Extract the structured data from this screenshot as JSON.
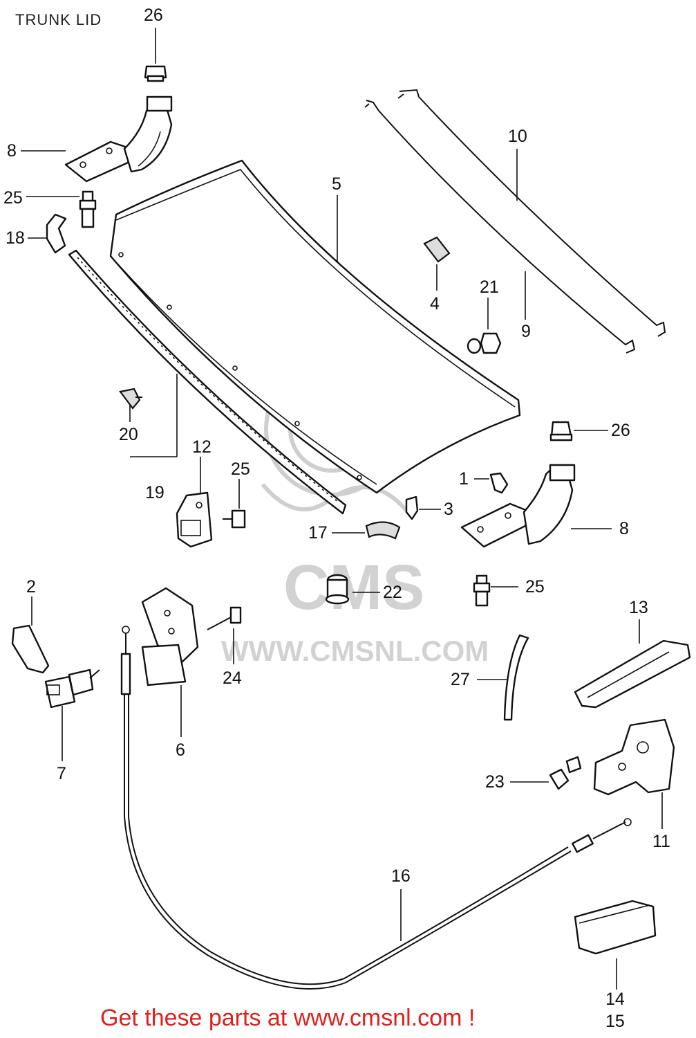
{
  "title": "TRUNK LID",
  "watermark": {
    "logo": "CMS",
    "url": "WWW.CMSNL.COM"
  },
  "footer": {
    "text": "Get these parts at www.cmsnl.com !",
    "color": "#e0201b"
  },
  "callouts": {
    "c1": "1",
    "c2": "2",
    "c3": "3",
    "c4": "4",
    "c5": "5",
    "c6": "6",
    "c7": "7",
    "c8a": "8",
    "c8b": "8",
    "c9": "9",
    "c10": "10",
    "c11": "11",
    "c12": "12",
    "c13": "13",
    "c14": "14",
    "c15": "15",
    "c16": "16",
    "c17": "17",
    "c18": "18",
    "c19": "19",
    "c20": "20",
    "c21": "21",
    "c22": "22",
    "c23": "23",
    "c24": "24",
    "c25a": "25",
    "c25b": "25",
    "c25c": "25",
    "c26a": "26",
    "c26b": "26",
    "c27": "27"
  }
}
